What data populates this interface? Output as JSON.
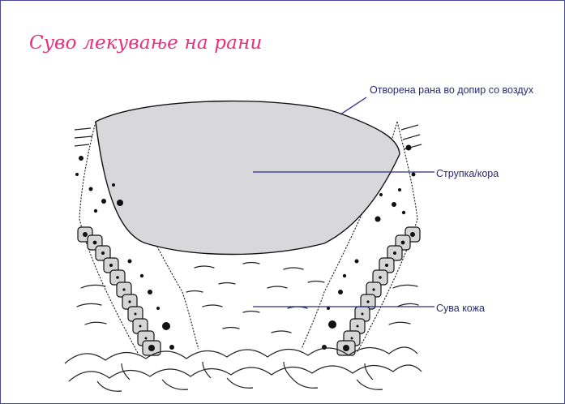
{
  "title": "Сyво лекување на рани",
  "labels": {
    "open_wound": "Отворена рана во допир со воздух",
    "scab": "Струпка/кора",
    "dry_skin": "Сува кожа"
  },
  "colors": {
    "title": "#e8307a",
    "label_text": "#2a2a72",
    "leader_line": "#2a2a8a",
    "scab_fill": "#d8d8da",
    "cell_fill": "#d6d6d6",
    "frame": "#4a4a9a"
  }
}
